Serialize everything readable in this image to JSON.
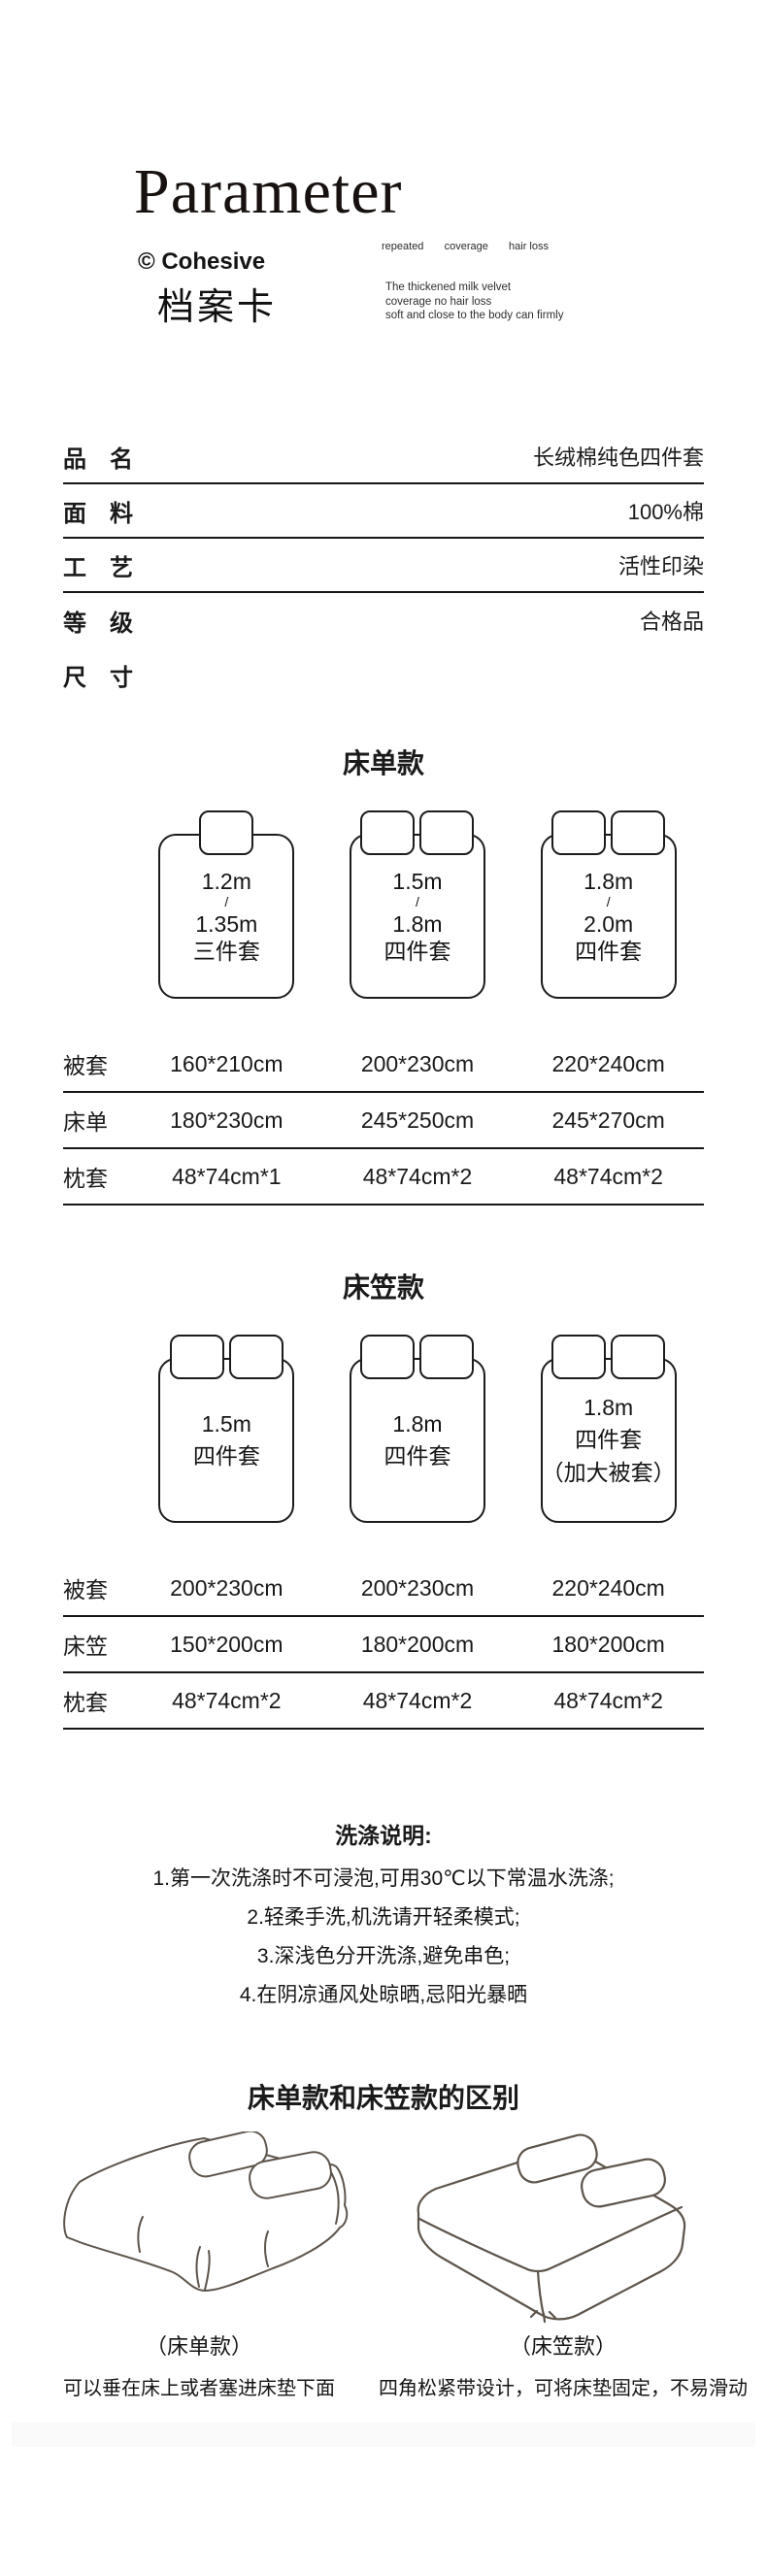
{
  "colors": {
    "text": "#1a1a1a",
    "rule": "#161616",
    "sketch": "#5d544b"
  },
  "header": {
    "logo": "Parameter",
    "keywords": [
      "repeated",
      "coverage",
      "hair loss"
    ],
    "brand": "© Cohesive",
    "subtitle": "档案卡",
    "description_lines": [
      "The thickened milk velvet",
      "coverage no hair loss",
      "soft and close to the body can firmly"
    ]
  },
  "spec_table": {
    "rows": [
      {
        "label": "品　名",
        "value": "长绒棉纯色四件套"
      },
      {
        "label": "面　料",
        "value": "100%棉"
      },
      {
        "label": "工　艺",
        "value": "活性印染"
      },
      {
        "label": "等　级",
        "value": "合格品"
      },
      {
        "label": "尺　寸",
        "value": ""
      }
    ]
  },
  "sheet_section": {
    "title": "床单款",
    "beds": [
      {
        "pillows": 1,
        "lines": [
          "1.2m",
          "/",
          "1.35m",
          "三件套"
        ]
      },
      {
        "pillows": 2,
        "lines": [
          "1.5m",
          "/",
          "1.8m",
          "四件套"
        ]
      },
      {
        "pillows": 2,
        "lines": [
          "1.8m",
          "/",
          "2.0m",
          "四件套"
        ]
      }
    ],
    "table": [
      {
        "label": "被套",
        "values": [
          "160*210cm",
          "200*230cm",
          "220*240cm"
        ]
      },
      {
        "label": "床单",
        "values": [
          "180*230cm",
          "245*250cm",
          "245*270cm"
        ]
      },
      {
        "label": "枕套",
        "values": [
          "48*74cm*1",
          "48*74cm*2",
          "48*74cm*2"
        ]
      }
    ]
  },
  "fitted_section": {
    "title": "床笠款",
    "beds": [
      {
        "pillows": 2,
        "lines": [
          "1.5m",
          "四件套"
        ]
      },
      {
        "pillows": 2,
        "lines": [
          "1.8m",
          "四件套"
        ]
      },
      {
        "pillows": 2,
        "lines": [
          "1.8m",
          "四件套",
          "（加大被套）"
        ]
      }
    ],
    "table": [
      {
        "label": "被套",
        "values": [
          "200*230cm",
          "200*230cm",
          "220*240cm"
        ]
      },
      {
        "label": "床笠",
        "values": [
          "150*200cm",
          "180*200cm",
          "180*200cm"
        ]
      },
      {
        "label": "枕套",
        "values": [
          "48*74cm*2",
          "48*74cm*2",
          "48*74cm*2"
        ]
      }
    ]
  },
  "washing": {
    "title": "洗涤说明:",
    "items": [
      "1.第一次洗涤时不可浸泡,可用30℃以下常温水洗涤;",
      "2.轻柔手洗,机洗请开轻柔模式;",
      "3.深浅色分开洗涤,避免串色;",
      "4.在阴凉通风处晾晒,忌阳光暴晒"
    ]
  },
  "difference": {
    "title": "床单款和床笠款的区别",
    "left": {
      "label": "（床单款）",
      "caption": "可以垂在床上或者塞进床垫下面"
    },
    "right": {
      "label": "（床笠款）",
      "caption": "四角松紧带设计，可将床垫固定，不易滑动"
    }
  }
}
